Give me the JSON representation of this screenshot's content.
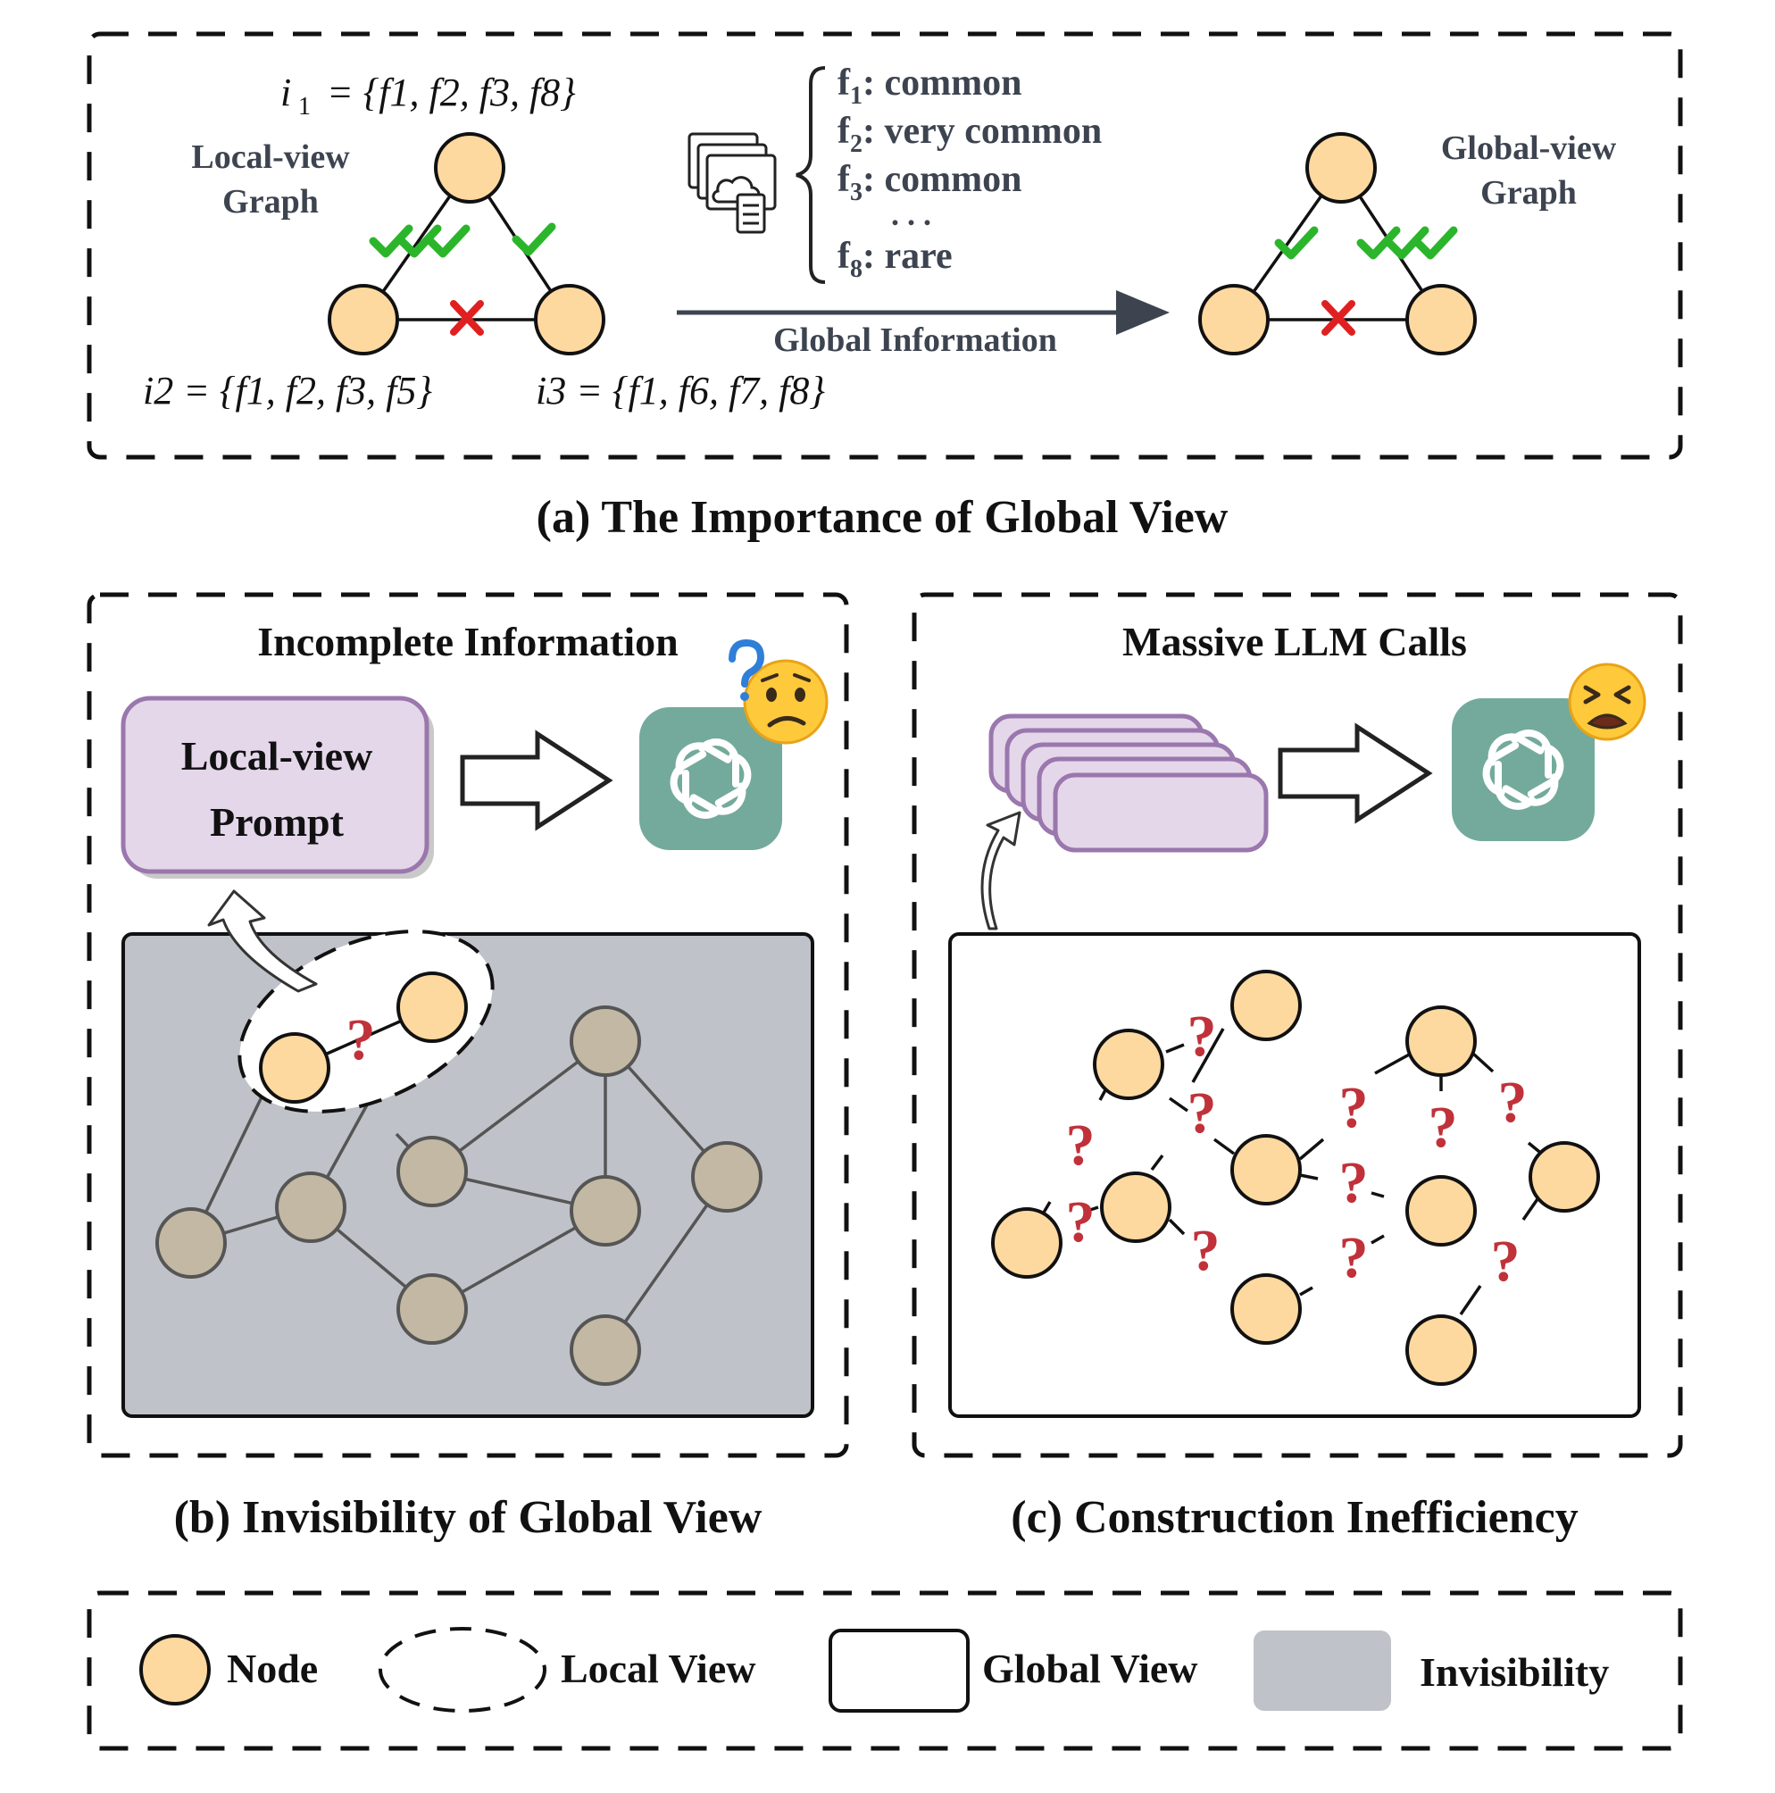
{
  "panel_a": {
    "caption": "(a) The Importance of Global View",
    "i1_sym": "i",
    "i1_sub": "1",
    "i1_set": "= {f1, f2, f3, f8}",
    "i2_label": "i2 = {f1, f2, f3, f5}",
    "i3_label": "i3 = {f1, f6, f7, f8}",
    "local_label_line1": "Local-view",
    "local_label_line2": "Graph",
    "global_label_line1": "Global-view",
    "global_label_line2": "Graph",
    "features": [
      {
        "name": "f",
        "sub": "1",
        "text": ": common"
      },
      {
        "name": "f",
        "sub": "2",
        "text": ": very common"
      },
      {
        "name": "f",
        "sub": "3",
        "text": ": common"
      },
      {
        "name": "f",
        "sub": "8",
        "text": ": rare"
      }
    ],
    "ellipsis": ". . .",
    "arrow_label": "Global Information"
  },
  "panel_b": {
    "title": "Incomplete Information",
    "prompt_line1": "Local-view",
    "prompt_line2": "Prompt",
    "caption": "(b) Invisibility of Global View"
  },
  "panel_c": {
    "title": "Massive LLM Calls",
    "caption": "(c) Construction Inefficiency"
  },
  "question_mark": "?",
  "legend": {
    "node": "Node",
    "local_view": "Local View",
    "global_view": "Global View",
    "invisibility": "Invisibility"
  },
  "colors": {
    "node_fill": "#fdd9a0",
    "hidden_node_fill": "#c2b8a3",
    "invisible_bg": "#bfc2c8",
    "prompt_fill": "#e4d7ea",
    "prompt_stroke": "#9a77ad",
    "llm_green": "#74aa9c",
    "check_green": "#2bb52b",
    "cross_red": "#e02020",
    "question_red": "#c0313a"
  },
  "icons": [
    "openai-logo-icon",
    "worried-face-icon",
    "blue-question-icon",
    "tired-face-icon",
    "documents-icon",
    "check-icon",
    "cross-icon"
  ]
}
